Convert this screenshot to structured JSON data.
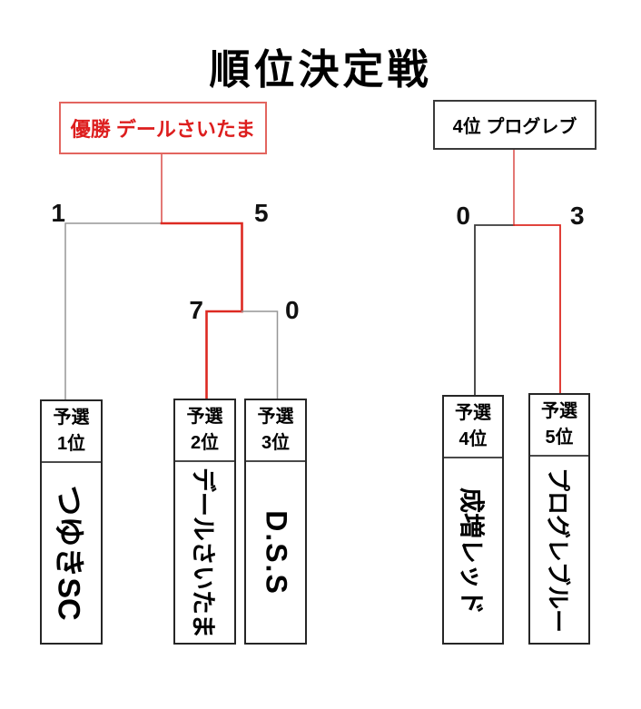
{
  "title": "順位決定戦",
  "champion": {
    "label": "優勝 デールさいたま"
  },
  "fourth_place": {
    "label": "4位 プログレブ"
  },
  "matches": {
    "final": {
      "left_score": "1",
      "right_score": "5"
    },
    "left_semifinal": {
      "left_score": "7",
      "right_score": "0"
    },
    "right_match": {
      "left_score": "0",
      "right_score": "3"
    }
  },
  "teams": [
    {
      "round": "予選",
      "rank": "1位",
      "name": "つゆきSC"
    },
    {
      "round": "予選",
      "rank": "2位",
      "name": "デールさいたま"
    },
    {
      "round": "予選",
      "rank": "3位",
      "name": "D.S.S"
    },
    {
      "round": "予選",
      "rank": "4位",
      "name": "成増レッド"
    },
    {
      "round": "予選",
      "rank": "5位",
      "name": "プログレブルー"
    }
  ],
  "colors": {
    "winner_path": "#dd2a22",
    "soft_red": "#e06a66",
    "gray_line": "#969696",
    "dark_line": "#3a3a3a",
    "champion_text": "#dd1e1e",
    "champion_border": "#e3655f",
    "box_border": "#262626",
    "text": "#000000",
    "background": "#ffffff"
  }
}
